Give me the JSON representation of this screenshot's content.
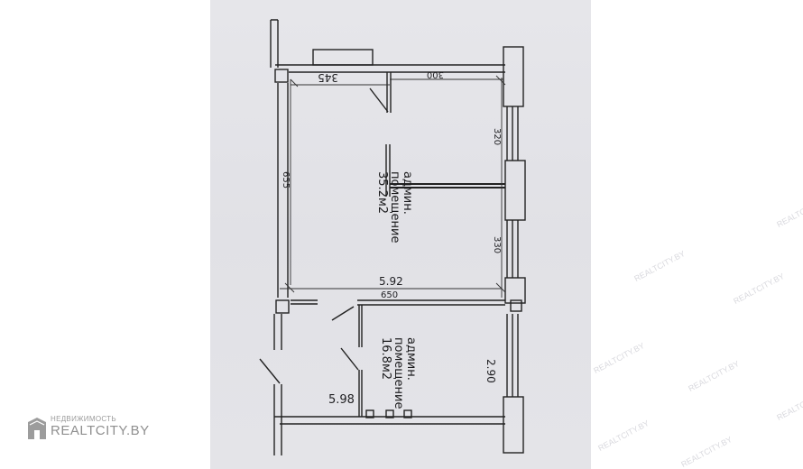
{
  "rooms": [
    {
      "line1": "админ.",
      "line2": "помещение",
      "line3": "35.2м2"
    },
    {
      "line1": "админ.",
      "line2": "помещение",
      "line3": "16.8м2"
    }
  ],
  "dimensions": {
    "top_left": "345",
    "top_right": "300",
    "right_upper": "320",
    "right_lower": "330",
    "left_height": "655",
    "bottom_width_inner": "5.92",
    "bottom_width_outer": "650",
    "lower_right": "2.90",
    "lower_bottom": "5.98"
  },
  "watermark": {
    "top": "НЕДВИЖИМОСТЬ",
    "main": "REALTCITY.BY"
  },
  "faint_marks": [
    "REALTCITY.BY",
    "REALTCITY.BY",
    "REALTCITY.BY",
    "REALTCITY.BY",
    "REALTCITY.BY",
    "REALTCITY.BY",
    "REALTCITY.BY",
    "REALTCITY.BY"
  ]
}
